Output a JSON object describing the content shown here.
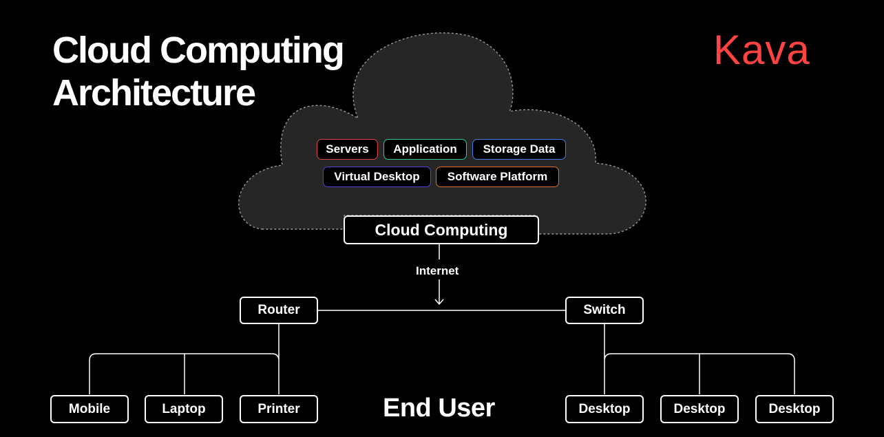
{
  "title": {
    "line1": "Cloud Computing",
    "line2": "Architecture"
  },
  "logo": "Kava",
  "cloud": {
    "services": [
      {
        "label": "Servers",
        "color": "#e0463f"
      },
      {
        "label": "Application",
        "color": "#35c6a1"
      },
      {
        "label": "Storage Data",
        "color": "#3f7fe6"
      },
      {
        "label": "Virtual Desktop",
        "color": "#5044d6"
      },
      {
        "label": "Software Platform",
        "color": "#d97330"
      }
    ],
    "label": "Cloud Computing"
  },
  "connection": {
    "label": "Internet"
  },
  "network": {
    "router": "Router",
    "switch": "Switch"
  },
  "devices": {
    "router_side": [
      "Mobile",
      "Laptop",
      "Printer"
    ],
    "switch_side": [
      "Desktop",
      "Desktop",
      "Desktop"
    ]
  },
  "end_user_label": "End User"
}
